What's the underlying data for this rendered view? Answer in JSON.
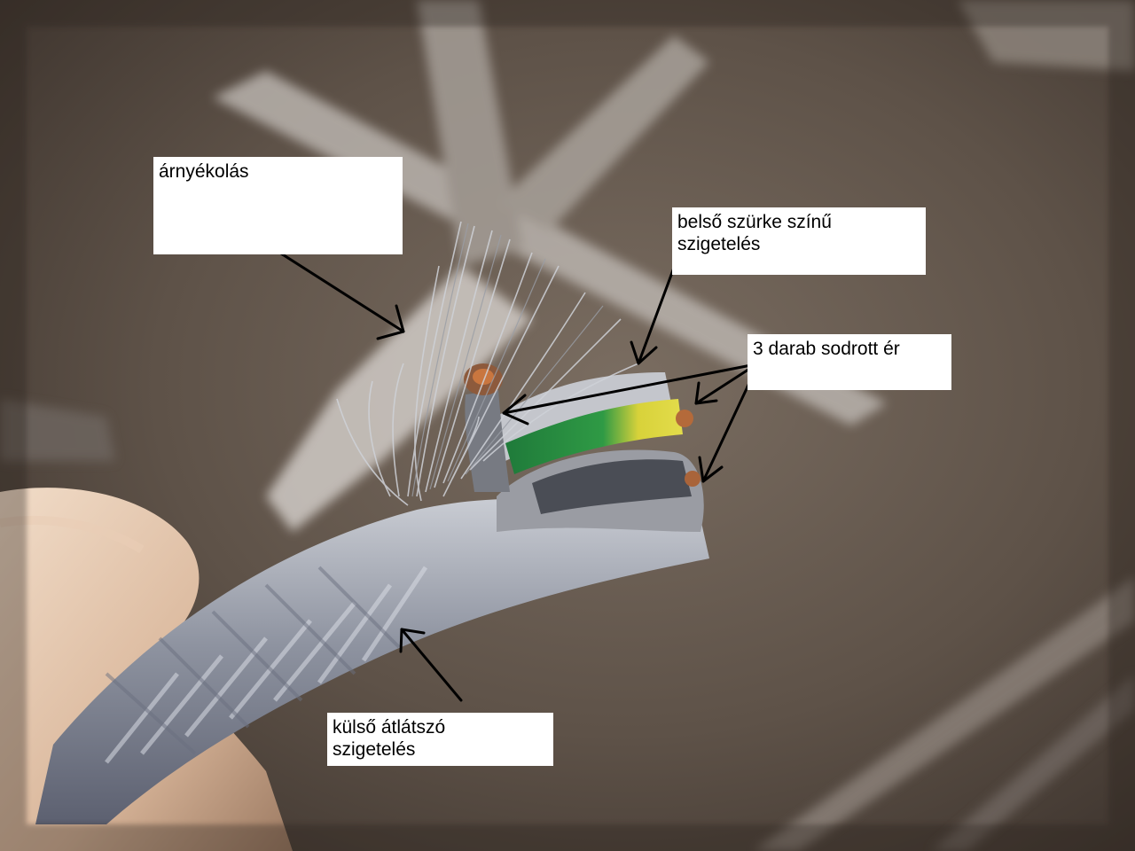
{
  "labels": {
    "shielding": "árnyékolás",
    "inner_insulation": "belső szürke színű\nszigetelés",
    "conductors": "3 darab sodrott ér",
    "outer_insulation": "külső átlátszó\nszigetelés"
  },
  "colors": {
    "label_background": "#ffffff",
    "label_text": "#000000",
    "arrow": "#000000"
  }
}
